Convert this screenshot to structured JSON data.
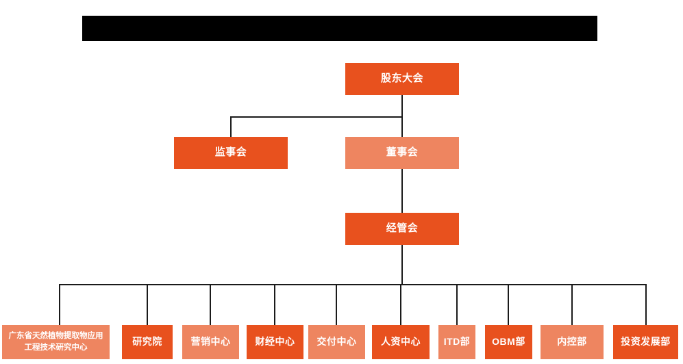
{
  "chart": {
    "type": "org-chart",
    "title_bar": {
      "label": "",
      "redacted": true,
      "color": "#000000"
    },
    "colors": {
      "tone_dark": "#E8511E",
      "tone_light": "#EE8560",
      "connector": "#1a1a1a",
      "background": "#ffffff",
      "text": "#ffffff"
    },
    "levels": [
      {
        "level": 1,
        "nodes": [
          {
            "id": "shareholders",
            "label": "股东大会",
            "tone": "dark"
          }
        ]
      },
      {
        "level": 2,
        "nodes": [
          {
            "id": "supervisors",
            "label": "监事会",
            "tone": "dark"
          },
          {
            "id": "board",
            "label": "董事会",
            "tone": "light"
          }
        ]
      },
      {
        "level": 3,
        "nodes": [
          {
            "id": "mgmt",
            "label": "经管会",
            "tone": "dark"
          }
        ]
      },
      {
        "level": 4,
        "nodes": [
          {
            "id": "leaf0",
            "label": "广东省天然植物提取物应用工程技术研究中心",
            "tone": "light",
            "multiline": true
          },
          {
            "id": "leaf1",
            "label": "研究院",
            "tone": "dark"
          },
          {
            "id": "leaf2",
            "label": "营销中心",
            "tone": "light"
          },
          {
            "id": "leaf3",
            "label": "财经中心",
            "tone": "dark"
          },
          {
            "id": "leaf4",
            "label": "交付中心",
            "tone": "light"
          },
          {
            "id": "leaf5",
            "label": "人资中心",
            "tone": "dark"
          },
          {
            "id": "leaf6",
            "label": "ITD部",
            "tone": "light"
          },
          {
            "id": "leaf7",
            "label": "OBM部",
            "tone": "dark"
          },
          {
            "id": "leaf8",
            "label": "内控部",
            "tone": "light"
          },
          {
            "id": "leaf9",
            "label": "投资发展部",
            "tone": "dark"
          }
        ]
      }
    ]
  }
}
